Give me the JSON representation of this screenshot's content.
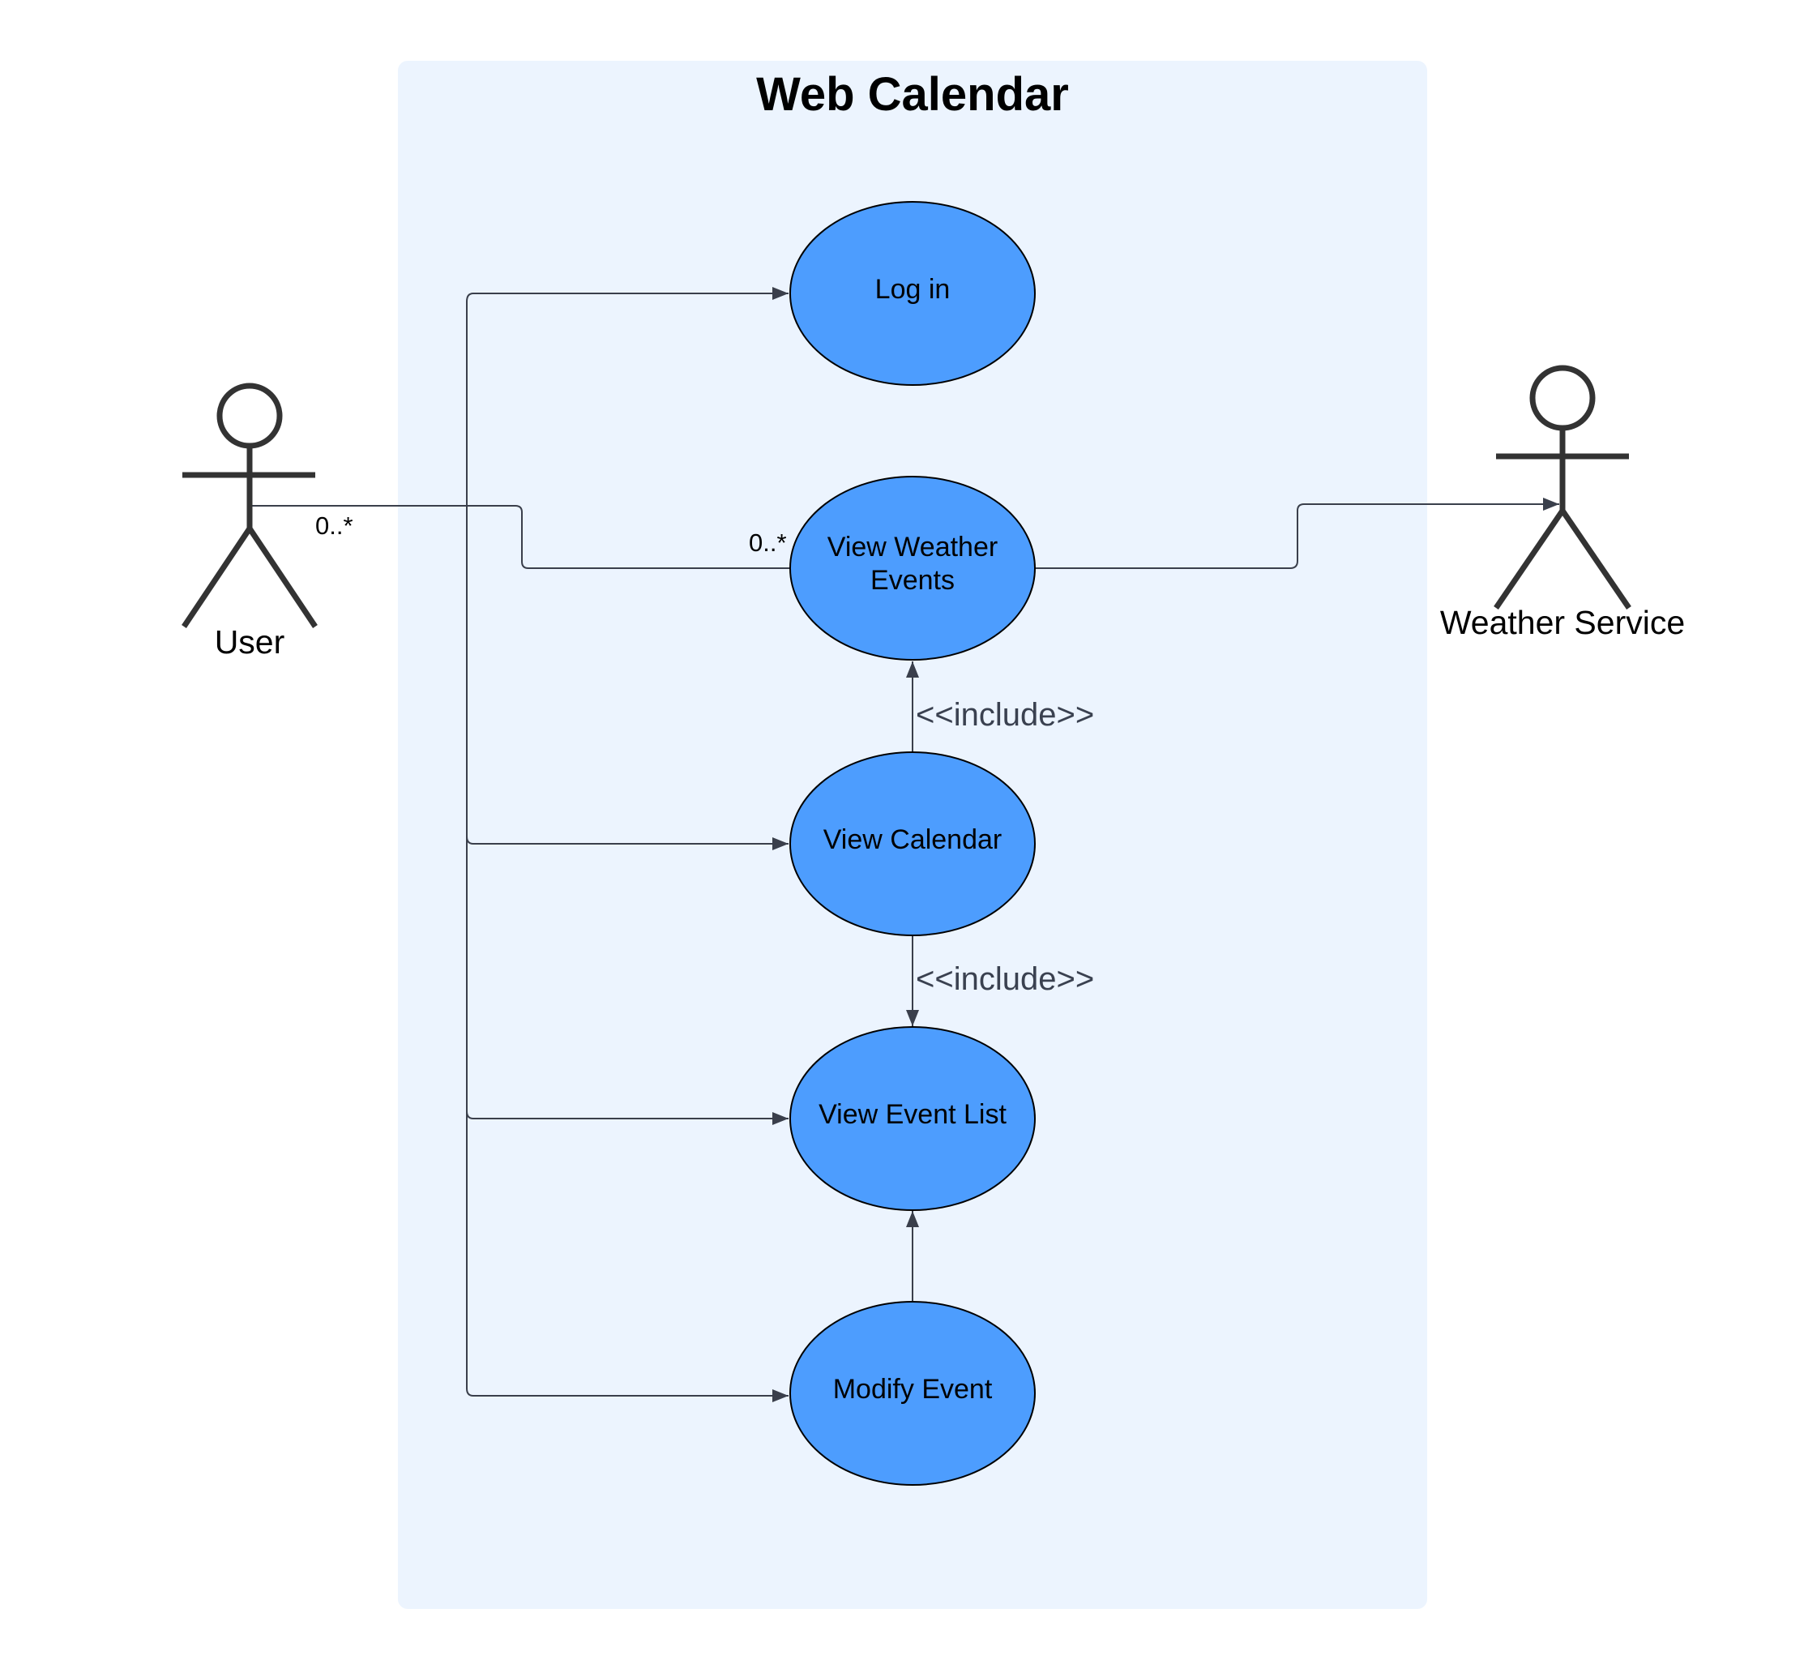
{
  "system": {
    "title": "Web Calendar"
  },
  "actors": {
    "user": "User",
    "weather_service": "Weather Service"
  },
  "use_cases": {
    "login": "Log in",
    "view_weather_events_line1": "View Weather",
    "view_weather_events_line2": "Events",
    "view_calendar": "View Calendar",
    "view_event_list": "View Event List",
    "modify_event": "Modify Event"
  },
  "associations": {
    "user_multiplicity": "0..*",
    "weather_multiplicity": "0..*"
  },
  "relationships": {
    "calendar_includes_weather": "<<include>>",
    "calendar_includes_event_list": "<<include>>"
  },
  "colors": {
    "system_background": "#ecf4fe",
    "use_case_fill": "#4d9dfe",
    "connector": "#3a3f4b",
    "actor_stroke": "#333333"
  }
}
